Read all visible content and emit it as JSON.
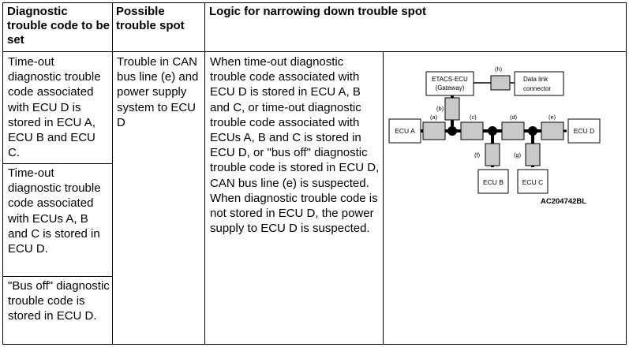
{
  "table": {
    "headers": [
      "Diagnostic trouble code to be set",
      "Possible trouble spot",
      "Logic for narrowing down trouble spot"
    ],
    "codes": [
      "Time-out diagnostic trouble code associated with ECU D is stored in ECU A, ECU B and ECU C.",
      "Time-out diagnostic trouble code associated with ECUs A, B and C is stored in ECU D.",
      "\"Bus off\" diagnostic trouble code is stored in ECU D."
    ],
    "trouble_spot": "Trouble in CAN bus line (e) and power supply system to ECU D",
    "logic": "When time-out diagnostic trouble code associated with ECU D is stored in ECU A, B and C, or time-out diagnostic trouble code associated with ECUs A, B and C is stored in ECU D, or \"bus off\" diagnostic trouble code is stored in ECU D, CAN bus line (e) is suspected. When diagnostic trouble code is not stored in ECU D, the power supply to ECU D is suspected."
  },
  "diagram": {
    "etacs_line1": "ETACS-ECU",
    "etacs_line2": "(Gateway)",
    "dlc_line1": "Data link",
    "dlc_line2": "connector",
    "ecu_a": "ECU A",
    "ecu_b": "ECU B",
    "ecu_c": "ECU C",
    "ecu_d": "ECU D",
    "label_a": "(a)",
    "label_b": "(b)",
    "label_c": "(c)",
    "label_d": "(d)",
    "label_e": "(e)",
    "label_f": "(f)",
    "label_g": "(g)",
    "label_h": "(h)",
    "figure_code": "AC204742BL"
  }
}
